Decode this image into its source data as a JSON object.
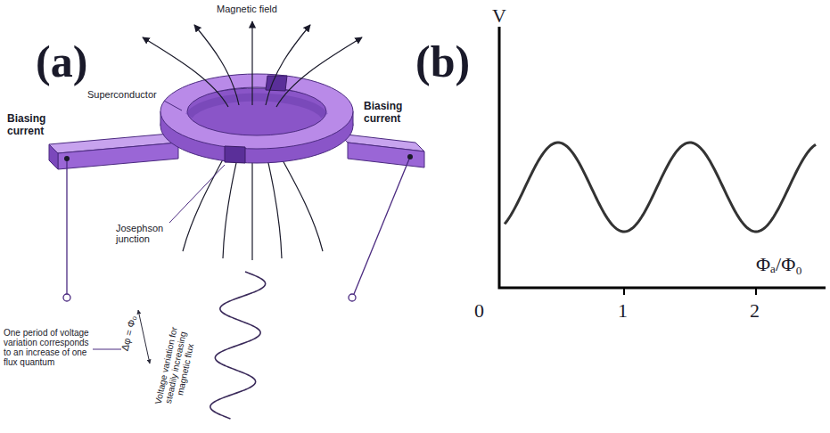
{
  "diagram": {
    "labels": [
      "(a)",
      "Magnetic field",
      "Superconductor",
      "Biasing current",
      "Biasing current",
      "Josephson junction",
      "One period of voltage variation corresponds to an increase of one flux quantum",
      "Δφ = Φ₀",
      "Voltage variation for steadily increasing magnetic flux",
      "(b)",
      "V",
      "0",
      "1",
      "2",
      "Φₐ/Φ₀"
    ]
  }
}
